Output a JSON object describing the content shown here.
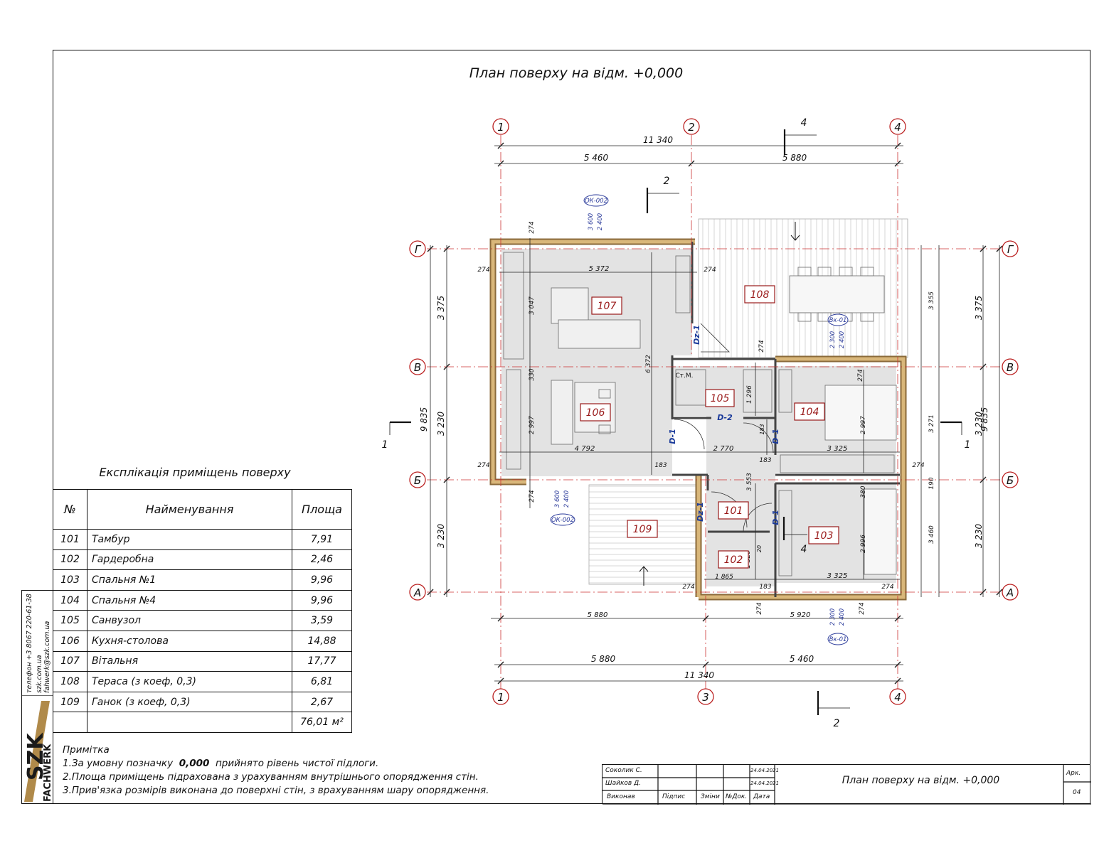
{
  "title": "План поверху на відм. +0,000",
  "axes": {
    "vertical": [
      "1",
      "2",
      "3",
      "4"
    ],
    "horizontal": [
      "Г",
      "В",
      "Б",
      "А"
    ]
  },
  "dims": {
    "top_total": "11 340",
    "top_a": "5 460",
    "top_b": "5 880",
    "bot_total": "11 340",
    "bot_a": "5 880",
    "bot_b": "5 460",
    "bot_in_a": "5 880",
    "bot_in_b": "5 920",
    "left_total": "9 835",
    "left_1": "3 375",
    "left_2": "3 230",
    "left_3": "3 230",
    "right_total": "9 835",
    "right_1": "3 375",
    "right_2": "3 230",
    "right_3": "3 230",
    "right_in_1": "3 355",
    "right_in_2": "3 271",
    "right_in_3": "3 460",
    "wall": "274",
    "d_5372": "5 372",
    "d_3047": "3 047",
    "d_330": "330",
    "d_2997": "2 997",
    "d_4792": "4 792",
    "d_183": "183",
    "d_6372": "6 372",
    "d_2770": "2 770",
    "d_3325": "3 325",
    "d_1296": "1 296",
    "d_3553": "3 553",
    "d_380": "380",
    "d_190": "190",
    "d_2996": "2 996",
    "d_1320": "1 320",
    "d_20": "20",
    "d_1865": "1 865",
    "d_2997b": "2 997"
  },
  "windows": {
    "ok002": "ОК-002",
    "vk01": "Вк-01",
    "w3600": "3 600",
    "w2400": "2 400",
    "w2300": "2 300"
  },
  "doors": {
    "dz1": "Dz-1",
    "d1": "D-1",
    "d2": "D-2"
  },
  "sections": {
    "s1": "1",
    "s2": "2",
    "s4": "4"
  },
  "rooms": [
    "101",
    "102",
    "103",
    "104",
    "105",
    "106",
    "107",
    "108",
    "109"
  ],
  "stm": "Ст.М.",
  "explication": {
    "title": "Експлікація приміщень поверху",
    "headers": [
      "№",
      "Найменування",
      "Площа"
    ],
    "rows": [
      {
        "num": "101",
        "name": "Тамбур",
        "area": "7,91"
      },
      {
        "num": "102",
        "name": "Гардеробна",
        "area": "2,46"
      },
      {
        "num": "103",
        "name": "Спальня №1",
        "area": "9,96"
      },
      {
        "num": "104",
        "name": "Спальня №4",
        "area": "9,96"
      },
      {
        "num": "105",
        "name": "Санвузол",
        "area": "3,59"
      },
      {
        "num": "106",
        "name": "Кухня-столова",
        "area": "14,88"
      },
      {
        "num": "107",
        "name": "Вітальня",
        "area": "17,77"
      },
      {
        "num": "108",
        "name": "Тераса (з коеф, 0,3)",
        "area": "6,81"
      },
      {
        "num": "109",
        "name": "Ганок (з коеф, 0,3)",
        "area": "2,67"
      }
    ],
    "total": "76,01 м²"
  },
  "notes": {
    "heading": "Примітка",
    "n1_a": "1.За умовну позначку",
    "n1_b": "0,000",
    "n1_c": "прийнято рівень чистої підлоги.",
    "n2": "2.Площа приміщень підрахована з урахуванням внутрішнього опорядження стін.",
    "n3": "3.Прив'язка розмірів виконана до поверхні  стін, з врахуванням шару опорядження."
  },
  "stamp": {
    "person1": "Соколик С.",
    "person2": "Шайков Д.",
    "date1": "24.04.2021",
    "date2": "24.04.2021",
    "col_executor": "Виконав",
    "col_sign": "Підпис",
    "col_changes": "Зміни",
    "col_doc": "№Док.",
    "col_date": "Дата",
    "title": "План поверху на відм. +0,000",
    "sheet_label": "Арк.",
    "sheet_no": "04"
  },
  "company": {
    "logo_text": "SZK",
    "brand": "FACHWERK",
    "phone": "телефон +3 8067 220-61-38",
    "site": "szk.com.ua",
    "email": "fahwerk@szk.com.ua"
  }
}
